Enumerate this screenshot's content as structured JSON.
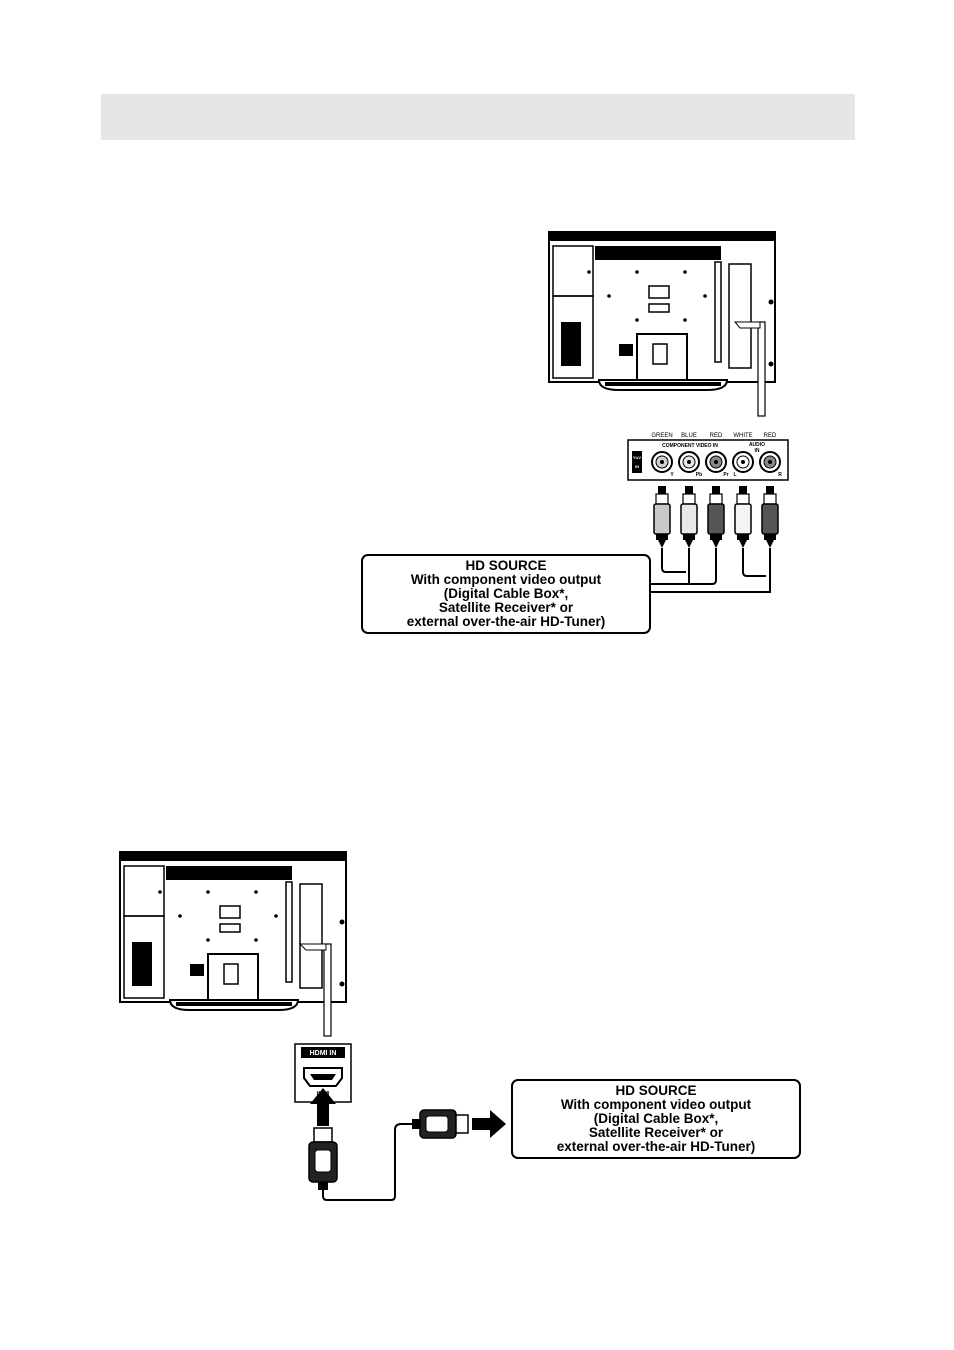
{
  "component_panel": {
    "color_labels": [
      "GREEN",
      "BLUE",
      "RED",
      "WHITE",
      "RED"
    ],
    "group_label": "COMPONENT VIDEO IN",
    "audio_label": "AUDIO",
    "audio_in": "IN",
    "side_label_top": "YUV",
    "side_label_bottom": "IN",
    "jack_labels": [
      "Y",
      "Pb",
      "Pr",
      "L",
      "R"
    ]
  },
  "hd_source_1": {
    "lines": [
      "HD SOURCE",
      "With component video output",
      "(Digital Cable Box*,",
      "Satellite Receiver* or",
      "external over-the-air HD-Tuner)"
    ]
  },
  "hdmi_panel": {
    "title": "HDMI IN",
    "port_label": "HDMI"
  },
  "hd_source_2": {
    "lines": [
      "HD SOURCE",
      "With component video output",
      "(Digital Cable Box*,",
      "Satellite Receiver* or",
      "external over-the-air HD-Tuner)"
    ]
  }
}
